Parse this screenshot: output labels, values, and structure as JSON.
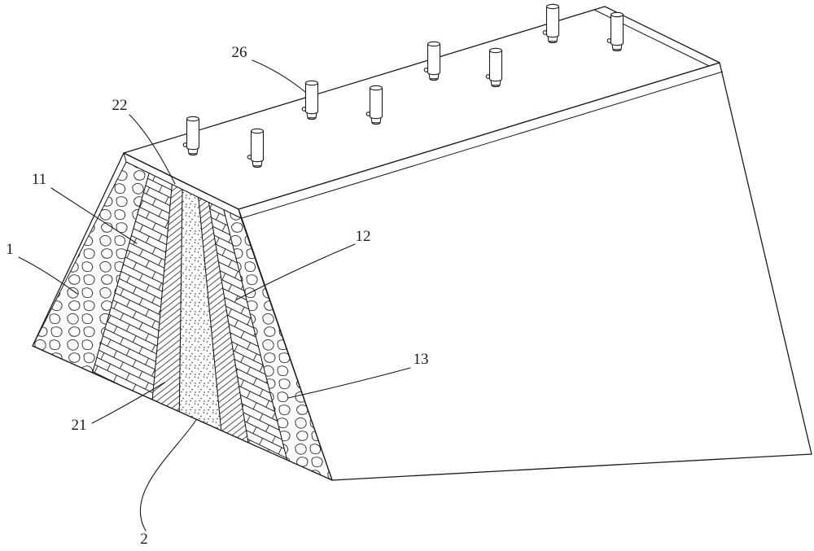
{
  "figure": {
    "colors": {
      "line": "#1a1a1a",
      "background": "#ffffff"
    },
    "labels": [
      {
        "ref": "26",
        "text": "26"
      },
      {
        "ref": "22",
        "text": "22"
      },
      {
        "ref": "11",
        "text": "11"
      },
      {
        "ref": "1",
        "text": "1"
      },
      {
        "ref": "12",
        "text": "12"
      },
      {
        "ref": "13",
        "text": "13"
      },
      {
        "ref": "21",
        "text": "21"
      },
      {
        "ref": "2",
        "text": "2"
      }
    ]
  }
}
